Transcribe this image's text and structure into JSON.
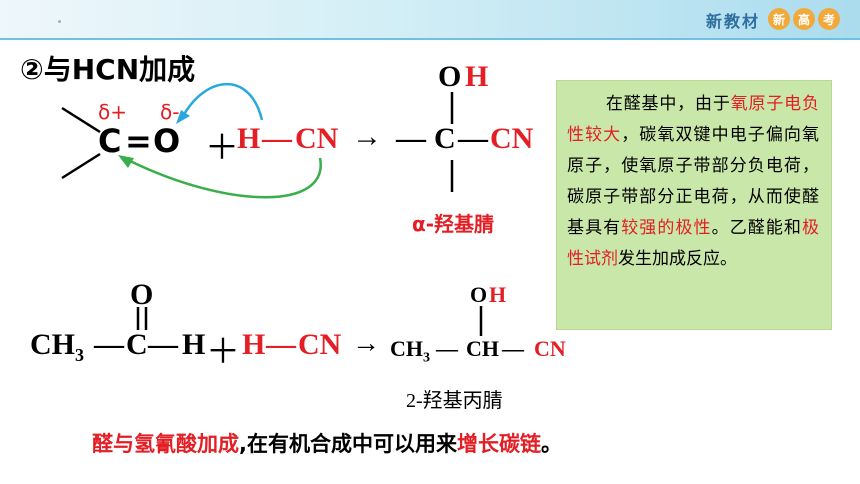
{
  "header": {
    "brand": "新教材",
    "badges": [
      "新",
      "高",
      "考"
    ]
  },
  "title": "②与HCN加成",
  "reaction1": {
    "delta_plus": "δ+",
    "delta_minus": "δ-",
    "carbon": "C",
    "double_bond": "=",
    "oxygen": "O",
    "plus": "＋",
    "h": "H",
    "bond": "—",
    "cn": "CN",
    "arrow": "→",
    "product_oh_o": "O",
    "product_oh_h": "H",
    "product_left_bond": "—",
    "product_c": "C",
    "product_right_bond": "—",
    "product_cn": "CN",
    "product_name": "α-羟基腈"
  },
  "reaction2": {
    "ch3": "CH",
    "sub3": "3",
    "bond1": "—",
    "c": "C",
    "bond2": "—",
    "h": "H",
    "o": "O",
    "plus": "＋",
    "hcn_h": "H",
    "hcn_bond": "—",
    "hcn_cn": "CN",
    "arrow": "→",
    "prod_ch3": "CH",
    "prod_sub3": "3",
    "prod_bond1": "—",
    "prod_ch": "CH",
    "prod_bond2": "—",
    "prod_cn": "CN",
    "prod_o": "O",
    "prod_h": "H",
    "product_name": "2-羟基丙腈"
  },
  "note": {
    "seg1": "在醛基中，由于",
    "seg2": "氧原子电负性较大",
    "seg3": "，碳氧双键中电子偏向氧原子，使氧原子带部分负电荷，碳原子带部分正电荷，从而使醛基具有",
    "seg4": "较强的极性",
    "seg5": "。乙醛能和",
    "seg6": "极性试剂",
    "seg7": "发生加成反应。"
  },
  "footer": {
    "seg1": "醛与氢氰酸加成",
    "seg2": ",在有机合成中可以用来",
    "seg3": "增长碳链",
    "seg4": "。"
  },
  "colors": {
    "red": "#e31e24",
    "blue_arrow": "#29a8e0",
    "green_arrow": "#3aae4a",
    "note_bg": "#c9e7a9"
  }
}
